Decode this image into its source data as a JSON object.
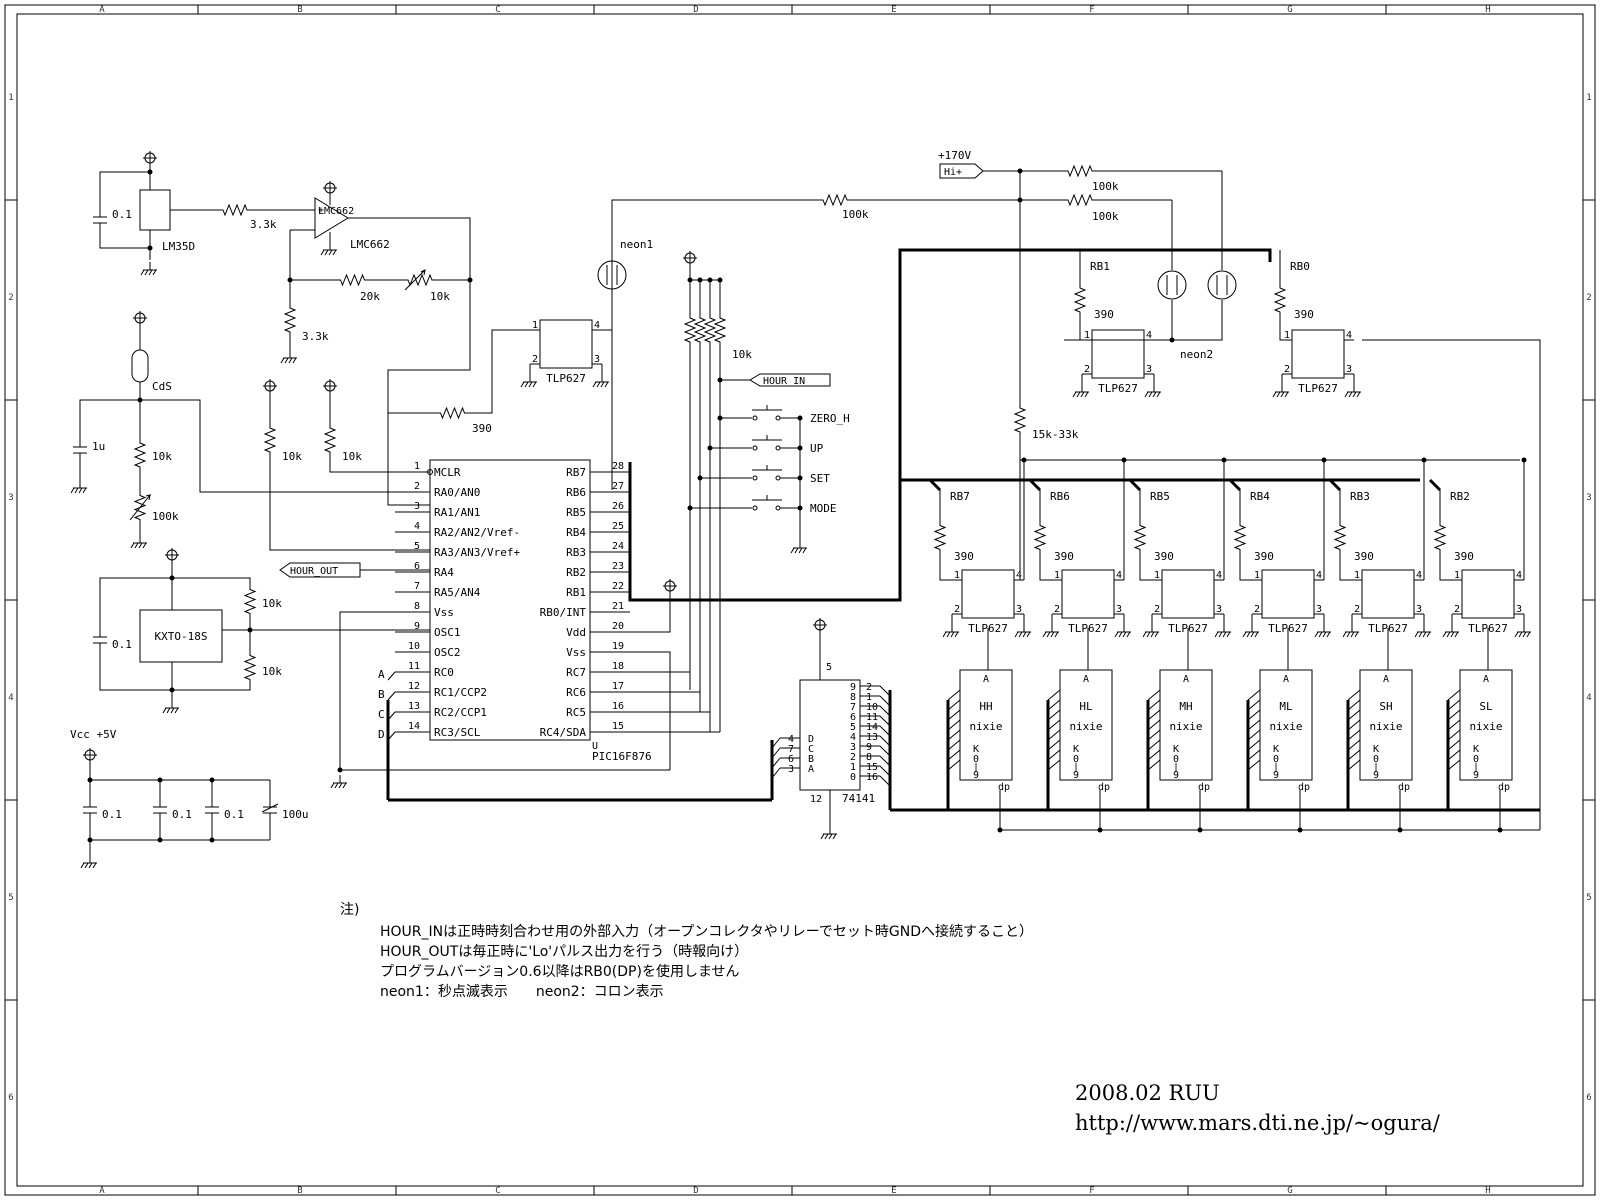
{
  "border": {
    "cols": [
      "A",
      "B",
      "C",
      "D",
      "E",
      "F",
      "G",
      "H"
    ],
    "rows": [
      "1",
      "2",
      "3",
      "4",
      "5",
      "6"
    ]
  },
  "power": {
    "vcc": "Vcc +5V",
    "hv": "+170V",
    "hv_tag": "Hi+"
  },
  "temp": {
    "cap": "0.1",
    "sensor": "LM35D",
    "r_in": "3.3k",
    "opamp": "LMC662",
    "r_fb": "20k",
    "vr_fb": "10k",
    "r_gnd": "3.3k"
  },
  "light": {
    "ldr": "CdS",
    "cap": "1u",
    "r1": "10k",
    "vr": "100k",
    "pull1": "10k",
    "pull2": "10k"
  },
  "osc": {
    "chip": "KXTO-18S",
    "cap": "0.1",
    "r1": "10k",
    "r2": "10k"
  },
  "supply_caps": [
    "0.1",
    "0.1",
    "0.1",
    "100u"
  ],
  "neon1": {
    "label": "neon1",
    "r": "100k",
    "r_led": "390",
    "opto": "TLP627"
  },
  "neon2": {
    "label": "neon2",
    "r1": "100k",
    "r2": "100k"
  },
  "rb_top": [
    {
      "net": "RB1",
      "r": "390",
      "opto": "TLP627"
    },
    {
      "net": "RB0",
      "r": "390",
      "opto": "TLP627"
    }
  ],
  "r_hv": "15k-33k",
  "pullups": "10k",
  "buttons": {
    "hour_in": "HOUR_IN",
    "hour_out": "HOUR_OUT",
    "keys": [
      "ZERO_H",
      "UP",
      "SET",
      "MODE"
    ]
  },
  "mcu": {
    "name": "PIC16F876",
    "left_pins": [
      {
        "num": "1",
        "name": "MCLR"
      },
      {
        "num": "2",
        "name": "RA0/AN0"
      },
      {
        "num": "3",
        "name": "RA1/AN1"
      },
      {
        "num": "4",
        "name": "RA2/AN2/Vref-"
      },
      {
        "num": "5",
        "name": "RA3/AN3/Vref+"
      },
      {
        "num": "6",
        "name": "RA4"
      },
      {
        "num": "7",
        "name": "RA5/AN4"
      },
      {
        "num": "8",
        "name": "Vss"
      },
      {
        "num": "9",
        "name": "OSC1"
      },
      {
        "num": "10",
        "name": "OSC2"
      },
      {
        "num": "11",
        "name": "RC0"
      },
      {
        "num": "12",
        "name": "RC1/CCP2"
      },
      {
        "num": "13",
        "name": "RC2/CCP1"
      },
      {
        "num": "14",
        "name": "RC3/SCL"
      }
    ],
    "right_pins": [
      {
        "num": "28",
        "name": "RB7"
      },
      {
        "num": "27",
        "name": "RB6"
      },
      {
        "num": "26",
        "name": "RB5"
      },
      {
        "num": "25",
        "name": "RB4"
      },
      {
        "num": "24",
        "name": "RB3"
      },
      {
        "num": "23",
        "name": "RB2"
      },
      {
        "num": "22",
        "name": "RB1"
      },
      {
        "num": "21",
        "name": "RB0/INT"
      },
      {
        "num": "20",
        "name": "Vdd"
      },
      {
        "num": "19",
        "name": "Vss"
      },
      {
        "num": "18",
        "name": "RC7"
      },
      {
        "num": "17",
        "name": "RC6"
      },
      {
        "num": "16",
        "name": "RC5"
      },
      {
        "num": "15",
        "name": "RC4/SDA"
      }
    ],
    "bus_letters": [
      "A",
      "B",
      "C",
      "D"
    ]
  },
  "decoder": {
    "name": "74141",
    "vcc_pin": "5",
    "gnd_pin": "12",
    "in_letters": [
      "D",
      "C",
      "B",
      "A"
    ],
    "in_pins": [
      "4",
      "7",
      "6",
      "3"
    ],
    "outputs": [
      {
        "digit": "9",
        "pin": "2"
      },
      {
        "digit": "8",
        "pin": "1"
      },
      {
        "digit": "7",
        "pin": "10"
      },
      {
        "digit": "6",
        "pin": "11"
      },
      {
        "digit": "5",
        "pin": "14"
      },
      {
        "digit": "4",
        "pin": "13"
      },
      {
        "digit": "3",
        "pin": "9"
      },
      {
        "digit": "2",
        "pin": "8"
      },
      {
        "digit": "1",
        "pin": "15"
      },
      {
        "digit": "0",
        "pin": "16"
      }
    ]
  },
  "digits": [
    {
      "name": "HH",
      "net": "RB7",
      "r": "390",
      "opto": "TLP627",
      "tube": "nixie",
      "anode": "A",
      "cathode": "K",
      "range": [
        "0",
        "|",
        "9"
      ],
      "dp": "dp"
    },
    {
      "name": "HL",
      "net": "RB6",
      "r": "390",
      "opto": "TLP627",
      "tube": "nixie",
      "anode": "A",
      "cathode": "K",
      "range": [
        "0",
        "|",
        "9"
      ],
      "dp": "dp"
    },
    {
      "name": "MH",
      "net": "RB5",
      "r": "390",
      "opto": "TLP627",
      "tube": "nixie",
      "anode": "A",
      "cathode": "K",
      "range": [
        "0",
        "|",
        "9"
      ],
      "dp": "dp"
    },
    {
      "name": "ML",
      "net": "RB4",
      "r": "390",
      "opto": "TLP627",
      "tube": "nixie",
      "anode": "A",
      "cathode": "K",
      "range": [
        "0",
        "|",
        "9"
      ],
      "dp": "dp"
    },
    {
      "name": "SH",
      "net": "RB3",
      "r": "390",
      "opto": "TLP627",
      "tube": "nixie",
      "anode": "A",
      "cathode": "K",
      "range": [
        "0",
        "|",
        "9"
      ],
      "dp": "dp"
    },
    {
      "name": "SL",
      "net": "RB2",
      "r": "390",
      "opto": "TLP627",
      "tube": "nixie",
      "anode": "A",
      "cathode": "K",
      "range": [
        "0",
        "|",
        "9"
      ],
      "dp": "dp"
    }
  ],
  "notes": {
    "heading": "注)",
    "lines": [
      "HOUR_INは正時時刻合わせ用の外部入力（オープンコレクタやリレーでセット時GNDへ接続すること）",
      "HOUR_OUTは毎正時に'Lo'パルス出力を行う（時報向け）",
      "プログラムバージョン0.6以降はRB0(DP)を使用しません",
      "neon1：秒点滅表示　　neon2：コロン表示"
    ]
  },
  "signature": {
    "line1": "2008.02 RUU",
    "line2": "http://www.mars.dti.ne.jp/~ogura/"
  }
}
